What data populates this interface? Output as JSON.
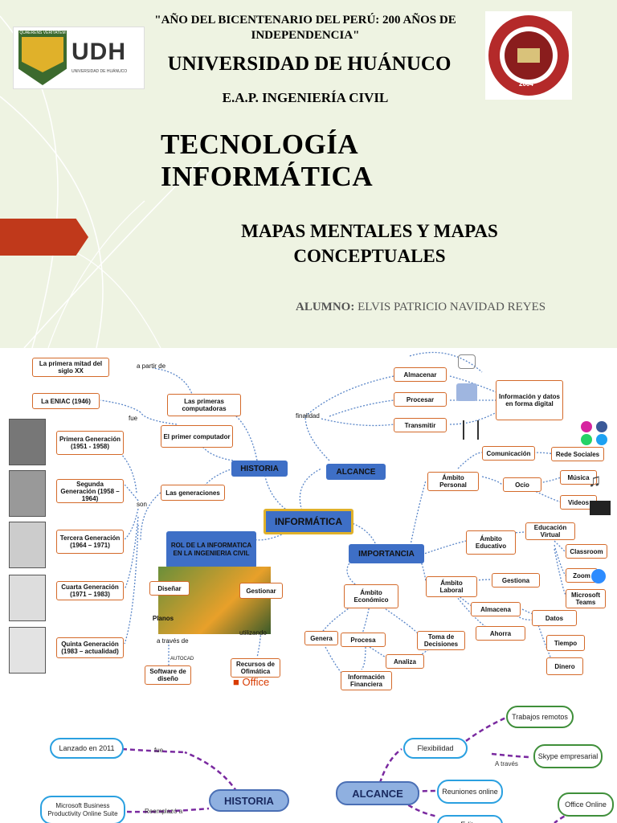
{
  "slide1": {
    "banner": "\"AÑO DEL BICENTENARIO DEL PERÚ: 200 AÑOS DE INDEPENDENCIA\"",
    "university": "UNIVERSIDAD DE HUÁNUCO",
    "school": "E.A.P. INGENIERÍA CIVIL",
    "title": "TECNOLOGÍA INFORMÁTICA",
    "subtitle": "MAPAS MENTALES Y MAPAS CONCEPTUALES",
    "student_label": "ALUMNO:",
    "student_name": "ELVIS PATRICIO NAVIDAD REYES",
    "logo_motto": "QUAERENS VERITATEM",
    "logo_text": "UDH",
    "logo_sub": "UNIVERSIDAD DE HUÁNUCO",
    "seal_year": "2004",
    "accent": "#c0391b"
  },
  "slide2": {
    "center": "INFORMÁTICA",
    "historia": "HISTORIA",
    "alcance": "ALCANCE",
    "importancia": "IMPORTANCIA",
    "rol": "ROL DE LA INFORMATICA EN LA INGENIERIA CIVIL",
    "primera_mitad": "La primera mitad del siglo XX",
    "a_partir_de": "a partir de",
    "primeras": "Las primeras computadoras",
    "eniac": "La ENIAC (1946)",
    "fue": "fue",
    "primer_comp": "El primer computador",
    "generaciones": "Las generaciones",
    "son": "son",
    "gen1": "Primera Generación (1951 - 1958)",
    "gen2": "Segunda Generación (1958 – 1964)",
    "gen3": "Tercera Generación (1964 – 1971)",
    "gen4": "Cuarta Generación (1971 – 1983)",
    "gen5": "Quinta Generación (1983 – actualidad)",
    "almacenar": "Almacenar",
    "procesar": "Procesar",
    "transmitir": "Transmitir",
    "finalidad": "finalidad",
    "info_digital": "Información y datos en forma digital",
    "comunicacion": "Comunicación",
    "redes": "Rede Sociales",
    "ambito_personal": "Ámbito Personal",
    "ocio": "Ocio",
    "musica": "Música",
    "videos": "Videos",
    "educacion_virtual": "Educación Virtual",
    "ambito_educativo": "Ámbito Educativo",
    "classroom": "Classroom",
    "zoom": "Zoom",
    "teams": "Microsoft Teams",
    "ambito_laboral": "Ámbito Laboral",
    "gestiona": "Gestiona",
    "almacena": "Almacena",
    "datos": "Datos",
    "ahorra": "Ahorra",
    "tiempo": "Tiempo",
    "dinero": "Dinero",
    "ambito_economico": "Ámbito Económico",
    "genera": "Genera",
    "procesa": "Procesa",
    "toma": "Toma de Decisiones",
    "analiza": "Analiza",
    "info_financiera": "Información Financiera",
    "disenar": "Diseñar",
    "gestionar": "Gestionar",
    "planos": "Planos",
    "utilizando": "utilizando",
    "a_traves_de": "a través de",
    "autocad": "AUTOCAD",
    "software": "Software de diseño",
    "recursos": "Recursos de Ofimática",
    "office": "Office"
  },
  "slide3": {
    "historia": "HISTORIA",
    "alcance": "ALCANCE",
    "lanzado": "Lanzado en 2011",
    "fue": "fue",
    "ms_business": "Microsoft Business Productivity Online Suite",
    "reemplazo": "Reemplazó a",
    "flexibilidad": "Flexibilidad",
    "trabajos": "Trabajos remotos",
    "skype": "Skype empresarial",
    "a_traves": "A través",
    "reuniones": "Reuniones online",
    "editar": "Editar",
    "office_online": "Office Online"
  }
}
